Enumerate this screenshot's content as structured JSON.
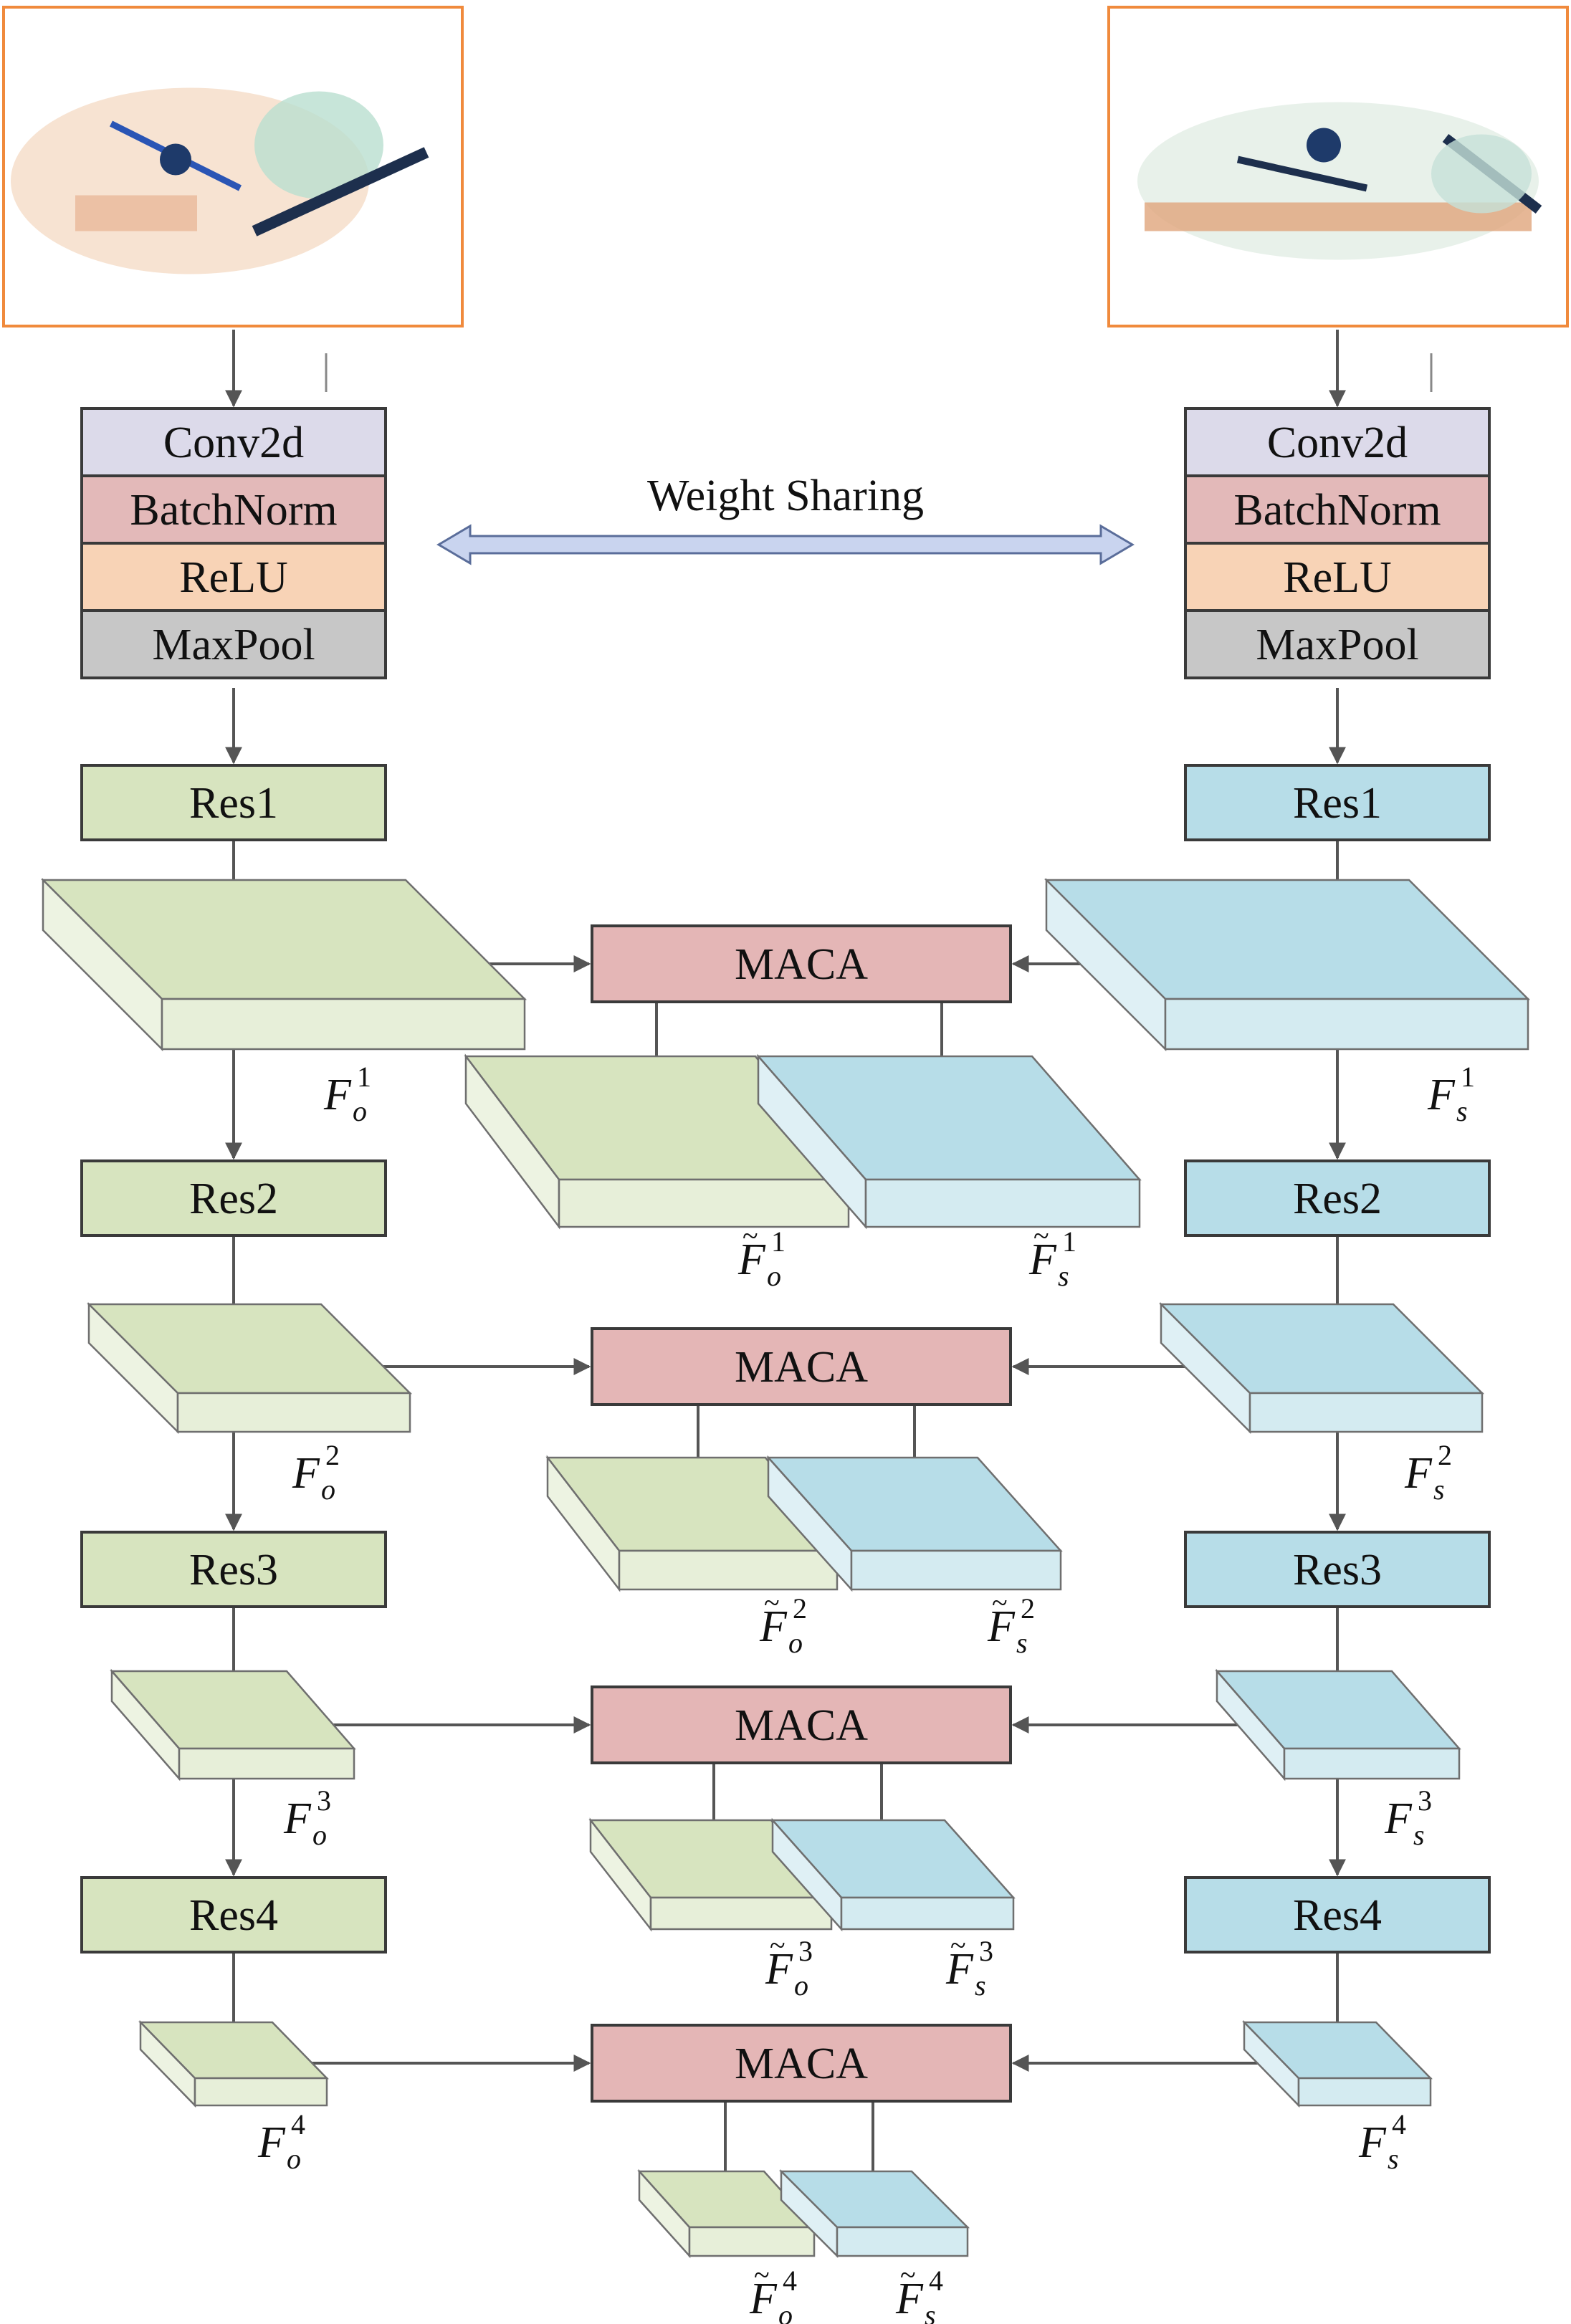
{
  "left_branch": {
    "stem": [
      "Conv2d",
      "BatchNorm",
      "ReLU",
      "MaxPool"
    ],
    "res_blocks": [
      "Res1",
      "Res2",
      "Res3",
      "Res4"
    ],
    "feature_symbol": "F",
    "feature_subscript": "o",
    "feature_levels": [
      "1",
      "2",
      "3",
      "4"
    ],
    "input_image": "x-ray-baggage-scan-original"
  },
  "right_branch": {
    "stem": [
      "Conv2d",
      "BatchNorm",
      "ReLU",
      "MaxPool"
    ],
    "res_blocks": [
      "Res1",
      "Res2",
      "Res3",
      "Res4"
    ],
    "feature_symbol": "F",
    "feature_subscript": "s",
    "feature_levels": [
      "1",
      "2",
      "3",
      "4"
    ],
    "input_image": "x-ray-baggage-scan-side-view"
  },
  "center": {
    "weight_sharing_label": "Weight Sharing",
    "maca_labels": [
      "MACA",
      "MACA",
      "MACA",
      "MACA"
    ],
    "output_symbol": "F̃"
  },
  "colors": {
    "conv2d": "#dcdaea",
    "batchnorm": "#e3b9b9",
    "relu": "#f8d3b6",
    "maxpool": "#c7c7c7",
    "green_block": "#d7e4bf",
    "blue_block": "#b7dde8",
    "maca": "#e4b6b6",
    "image_frame": "#f08a3c",
    "weight_arrow": "#c9d4ef"
  }
}
